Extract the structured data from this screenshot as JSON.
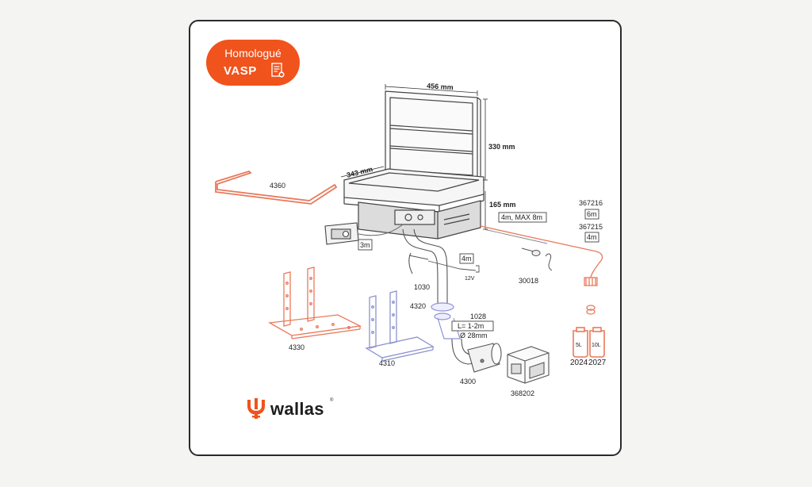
{
  "badge": {
    "line1": "Homologué",
    "line2": "VASP",
    "icon": "certificate-document-icon"
  },
  "brand": {
    "name": "wallas",
    "registered": "®",
    "icon": "trident-logo-icon"
  },
  "colors": {
    "accent": "#f0531c",
    "part_highlight": "#e9795a",
    "part_blue": "#8d93cf",
    "line": "#555555"
  },
  "dimensions": {
    "width": "456 mm",
    "height": "330 mm",
    "depth": "343 mm",
    "lower": "165 mm"
  },
  "labels": {
    "p4360": "4360",
    "p3m": "3m",
    "cable": "4m, MAX 8m",
    "p367216": "367216",
    "len6m": "6m",
    "p367215": "367215",
    "len4m": "4m",
    "wire4m": "4m",
    "v12": "12V",
    "p30018": "30018",
    "p1030": "1030",
    "p4320": "4320",
    "p1028": "1028",
    "length": "L= 1-2m",
    "diameter": "Ø 28mm",
    "p4330": "4330",
    "p4310": "4310",
    "p4300": "4300",
    "p368202": "368202",
    "tank5": "5L",
    "tank10": "10L",
    "p2024": "2024",
    "p2027": "2027"
  }
}
